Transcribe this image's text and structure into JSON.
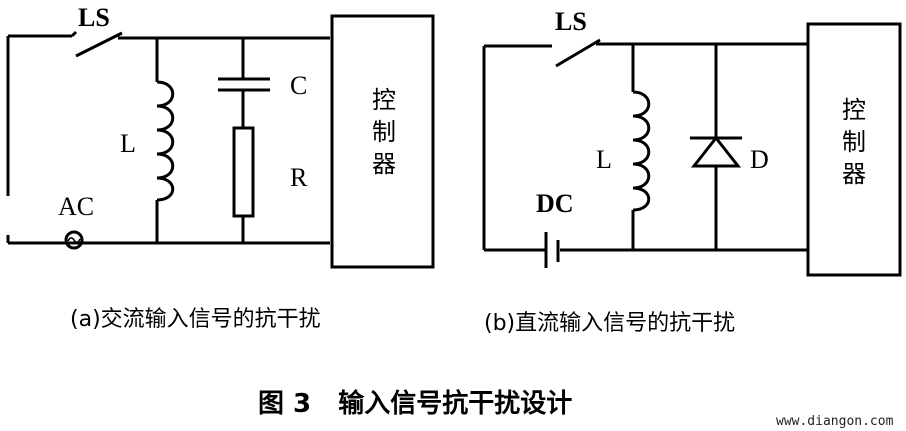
{
  "circuit_a": {
    "switch_label": "LS",
    "inductor_label": "L",
    "capacitor_label": "C",
    "resistor_label": "R",
    "source_label": "AC",
    "source_symbol": "~",
    "controller_label": [
      "控",
      "制",
      "器"
    ],
    "caption": "(a)交流输入信号的抗干扰"
  },
  "circuit_b": {
    "switch_label": "LS",
    "inductor_label": "L",
    "diode_label": "D",
    "source_label": "DC",
    "controller_label": [
      "控",
      "制",
      "器"
    ],
    "caption": "(b)直流输入信号的抗干扰"
  },
  "figure_title": "图 3   输入信号抗干扰设计",
  "watermark": "www.diangon.com"
}
